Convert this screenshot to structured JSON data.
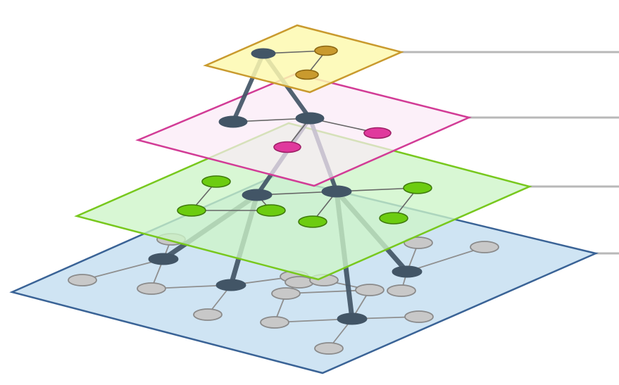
{
  "diagram": {
    "layers": [
      {
        "name": "layer-yellow",
        "fill": "#fdf9b0",
        "stroke": "#c99a2e",
        "node_fill": "#c99a2e",
        "node_stroke": "#8a6512"
      },
      {
        "name": "layer-pink",
        "fill": "#fbeaf6",
        "stroke": "#d23c96",
        "node_fill": "#e0399d",
        "node_stroke": "#9e1f66"
      },
      {
        "name": "layer-green",
        "fill": "#cdf5c8",
        "stroke": "#78c81e",
        "node_fill": "#6ccc10",
        "node_stroke": "#3f7a0c"
      },
      {
        "name": "layer-blue",
        "fill": "#cfe4f3",
        "stroke": "#3a6396",
        "node_fill": "#c8c8c8",
        "node_stroke": "#8a8a8a"
      }
    ],
    "colors": {
      "hierarchy_node": "#425566",
      "hierarchy_edge": "#425566",
      "leader_line": "#b8b8b8",
      "local_edge": "#666666"
    }
  }
}
